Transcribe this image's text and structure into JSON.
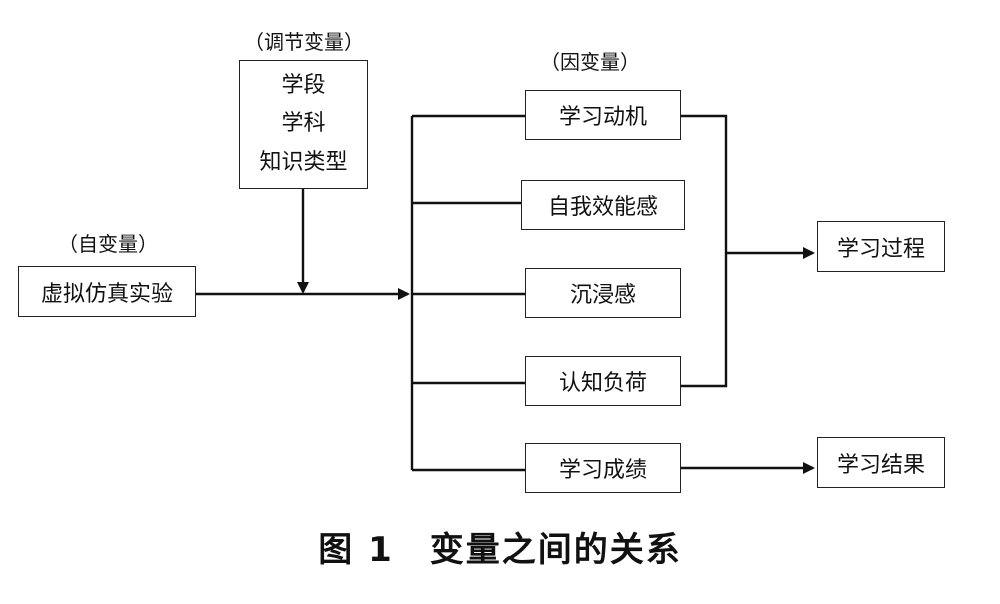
{
  "labels": {
    "moderator": "（调节变量）",
    "dependent": "（因变量）",
    "independent": "（自变量）"
  },
  "moderators": [
    "学段",
    "学科",
    "知识类型"
  ],
  "independent_box": "虚拟仿真实验",
  "dependents": [
    "学习动机",
    "自我效能感",
    "沉浸感",
    "认知负荷",
    "学习成绩"
  ],
  "outcomes": [
    "学习过程",
    "学习结果"
  ],
  "caption": "图 1　变量之间的关系"
}
